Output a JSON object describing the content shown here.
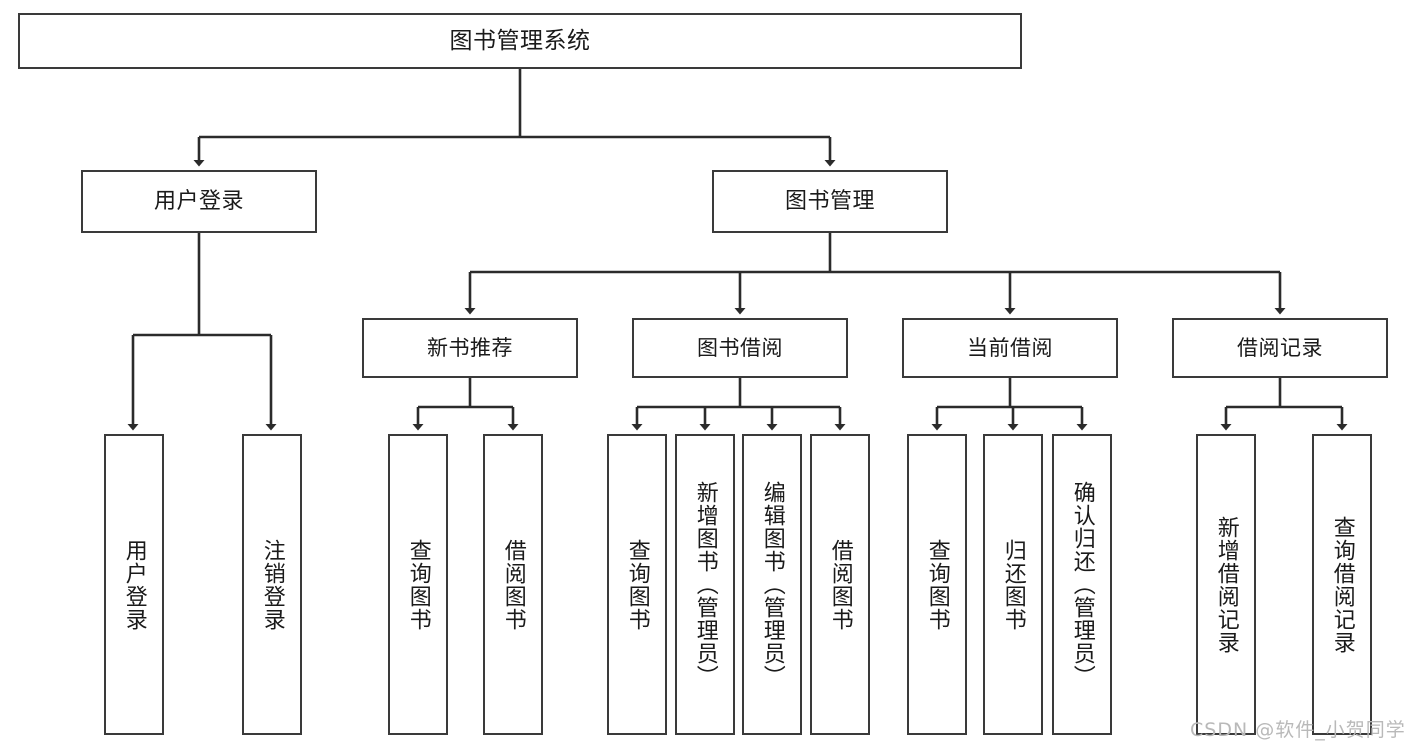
{
  "diagram": {
    "type": "tree",
    "title": "图书管理系统",
    "watermark": "CSDN @软件_小贺同学",
    "colors": {
      "box_border": "#3a3a3a",
      "box_fill": "#ffffff",
      "connector": "#2b2b2b",
      "text": "#1a1a1a",
      "watermark": "#b9b9b9",
      "background": "#ffffff"
    },
    "root": {
      "label": "图书管理系统"
    },
    "level2": [
      {
        "label": "用户登录"
      },
      {
        "label": "图书管理"
      }
    ],
    "level3": [
      {
        "label": "新书推荐"
      },
      {
        "label": "图书借阅"
      },
      {
        "label": "当前借阅"
      },
      {
        "label": "借阅记录"
      }
    ],
    "leaves": {
      "user_login": [
        {
          "label": "用户登录"
        },
        {
          "label": "注销登录"
        }
      ],
      "new_book_recommend": [
        {
          "label": "查询图书"
        },
        {
          "label": "借阅图书"
        }
      ],
      "book_borrow": [
        {
          "label": "查询图书"
        },
        {
          "label": "新增图书（管理员）"
        },
        {
          "label": "编辑图书（管理员）"
        },
        {
          "label": "借阅图书"
        }
      ],
      "current_borrow": [
        {
          "label": "查询图书"
        },
        {
          "label": "归还图书"
        },
        {
          "label": "确认归还（管理员）"
        }
      ],
      "borrow_record": [
        {
          "label": "新增借阅记录"
        },
        {
          "label": "查询借阅记录"
        }
      ]
    }
  }
}
